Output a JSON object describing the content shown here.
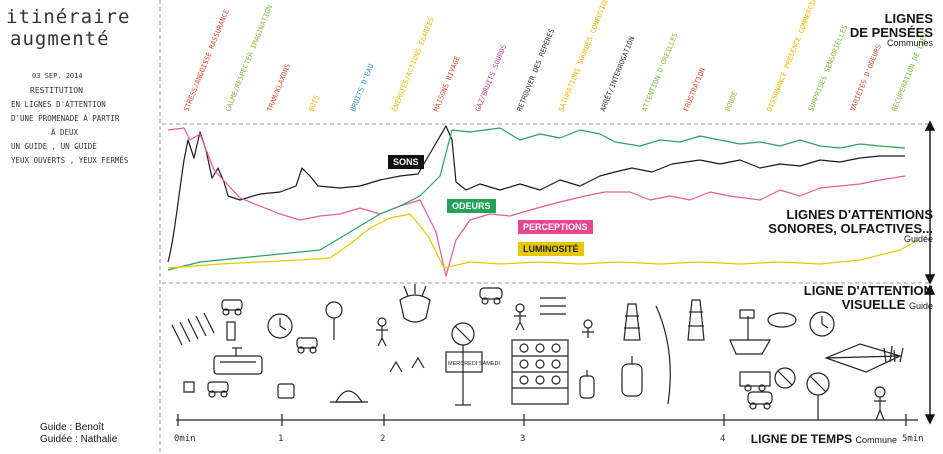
{
  "left_panel": {
    "title_line1": "itinéraire",
    "title_line2": "augmenté",
    "date": "03 SEP. 2014",
    "subtitle": "RESTITUTION",
    "description": [
      "EN LIGNES D'ATTENTION",
      "D'UNE PROMENADE À PARTIR",
      "À DEUX",
      "UN GUIDE , UN GUIDÉ",
      "YEUX OUVERTS , YEUX FERMÉS"
    ],
    "guide": "Guide : Benoît",
    "guidee": "Guidée : Nathalie"
  },
  "sections": {
    "pensees": {
      "line1": "LIGNES",
      "line2": "DE PENSÉES",
      "sub": "Communes"
    },
    "attentions": {
      "line1": "LIGNES D'ATTENTIONS",
      "line2": "SONORES, OLFACTIVES...",
      "sub": "Guidée"
    },
    "visuelle": {
      "line1": "LIGNE D'ATTENTION",
      "line2": "VISUELLE",
      "sub": "Guide"
    },
    "temps": {
      "main": "LIGNE DE TEMPS",
      "sub": "Commune"
    }
  },
  "thoughts": [
    {
      "text": "STRESS/ANGOISSE RASSURANCE",
      "color": "#e0482e"
    },
    {
      "text": "CALME/RESPECTER IMAGINATION",
      "color": "#7cbf3a"
    },
    {
      "text": "TRAM/KLAXONS",
      "color": "#e0482e"
    },
    {
      "text": "BOIS",
      "color": "#e9b800"
    },
    {
      "text": "BRUITS D'EAU",
      "color": "#2e8fd6"
    },
    {
      "text": "ÉNERGIES/ACTIONS ÉGARÉES",
      "color": "#e9b800"
    },
    {
      "text": "MAISONS RIVAGE",
      "color": "#e0482e"
    },
    {
      "text": "GAZ/BRUITS SOURDS",
      "color": "#c9409a"
    },
    {
      "text": "RETROUVER DES REPÈRES",
      "color": "#333333"
    },
    {
      "text": "SATURATIONS SOURDES CONFUSIONS",
      "color": "#e9b800"
    },
    {
      "text": "ARRÊT/INTERROGATION",
      "color": "#333333"
    },
    {
      "text": "ATTENTION D'OREILLES",
      "color": "#7cbf3a"
    },
    {
      "text": "FRUSTRATION",
      "color": "#e0482e"
    },
    {
      "text": "BOUDÉ",
      "color": "#7cbf3a"
    },
    {
      "text": "DISSONANCE PRÉSENCE COMMERCIALES",
      "color": "#e9b800"
    },
    {
      "text": "SURPRISES SENSORIELLES",
      "color": "#7cbf3a"
    },
    {
      "text": "VARIÉTÉS D'ODEURS",
      "color": "#e0482e"
    },
    {
      "text": "RÉCUPÉRATION DE LIEU",
      "color": "#7cbf3a"
    }
  ],
  "tags": {
    "sons": {
      "label": "SONS",
      "color": "#111111"
    },
    "odeurs": {
      "label": "ODEURS",
      "color": "#23a25a"
    },
    "perceptions": {
      "label": "PERCEPTIONS",
      "color": "#e5468f"
    },
    "luminosite": {
      "label": "LUMINOSITÉ",
      "color": "#e7c800"
    }
  },
  "sign_text": "MERCREDI SAMEDI",
  "timeline": {
    "ticks": [
      "0min",
      "1",
      "2",
      "3",
      "4",
      "5min"
    ]
  }
}
